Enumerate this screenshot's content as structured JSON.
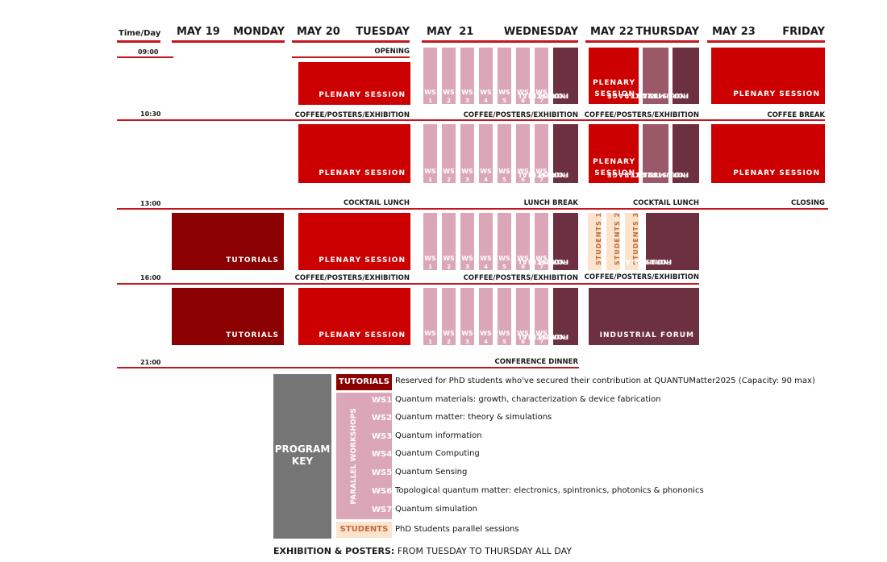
{
  "header": {
    "time_day": "Time/Day",
    "days": [
      {
        "date": "MAY 19",
        "name": "MONDAY"
      },
      {
        "date": "MAY 20",
        "name": "TUESDAY"
      },
      {
        "date": "MAY  21",
        "name": "WEDNESDAY"
      },
      {
        "date": "MAY 22",
        "name": "THURSDAY"
      },
      {
        "date": "MAY 23",
        "name": "FRIDAY"
      }
    ]
  },
  "times": [
    "09:00",
    "10:30",
    "13:00",
    "16:00",
    "21:00"
  ],
  "labels": {
    "opening": "OPENING",
    "coffee": "COFFEE/POSTERS/EXHIBITION",
    "coffee_break": "COFFEE BREAK",
    "cocktail_lunch": "COCKTAIL LUNCH",
    "lunch_break": "LUNCH BREAK",
    "closing": "CLOSING",
    "conference_dinner": "CONFERENCE DINNER"
  },
  "blocks": {
    "plenary": "PLENARY SESSION",
    "plenary_stacked": [
      "PLENARY",
      "SESSION"
    ],
    "tutorials": "TUTORIALS",
    "industrial_forum": "INDUSTRIAL FORUM",
    "industrial_forum_vertical": [
      "INDUSTRIAL",
      "FORUM"
    ],
    "brokerage_event_vertical": [
      "BROKERAGE",
      "EVENT"
    ],
    "students": [
      "STUDENTS 1",
      "STUDENTS 2",
      "STUDENTS 3"
    ],
    "ws_prefix": "WS",
    "ws_numbers": [
      "1",
      "2",
      "3",
      "4",
      "5",
      "6",
      "7"
    ]
  },
  "key": {
    "title_line1": "PROGRAM",
    "title_line2": "KEY",
    "tutorials_label": "TUTORIALS",
    "tutorials_desc": "Reserved for PhD students who've secured their contribution at QUANTUMatter2025 (Capacity: 90 max)",
    "parallel_label": "PARALLEL WORKSHOPS",
    "workshops": [
      {
        "code": "WS1",
        "desc": "Quantum materials: growth, characterization & device fabrication"
      },
      {
        "code": "WS2",
        "desc": "Quantum matter: theory & simulations"
      },
      {
        "code": "WS3",
        "desc": "Quantum information"
      },
      {
        "code": "WS4",
        "desc": "Quantum Computing"
      },
      {
        "code": "WS5",
        "desc": "Quantum Sensing"
      },
      {
        "code": "WS6",
        "desc": "Topological quantum matter: electronics, spintronics, photonics & phononics"
      },
      {
        "code": "WS7",
        "desc": "Quantum simulation"
      }
    ],
    "students_label": "STUDENTS",
    "students_desc": "PhD Students parallel sessions"
  },
  "footer": {
    "bold": "EXHIBITION & POSTERS:",
    "rest": " FROM TUESDAY TO THURSDAY ALL DAY"
  },
  "colors": {
    "accent_red": "#c4161c",
    "plenary_red": "#cc0000",
    "tutorials_dark_red": "#8b0000",
    "industrial_maroon": "#6d3040",
    "brokerage_mauve": "#9a5868",
    "workshop_pink": "#dba6b7",
    "students_peach": "#fbe3cc",
    "key_grey": "#757575"
  }
}
